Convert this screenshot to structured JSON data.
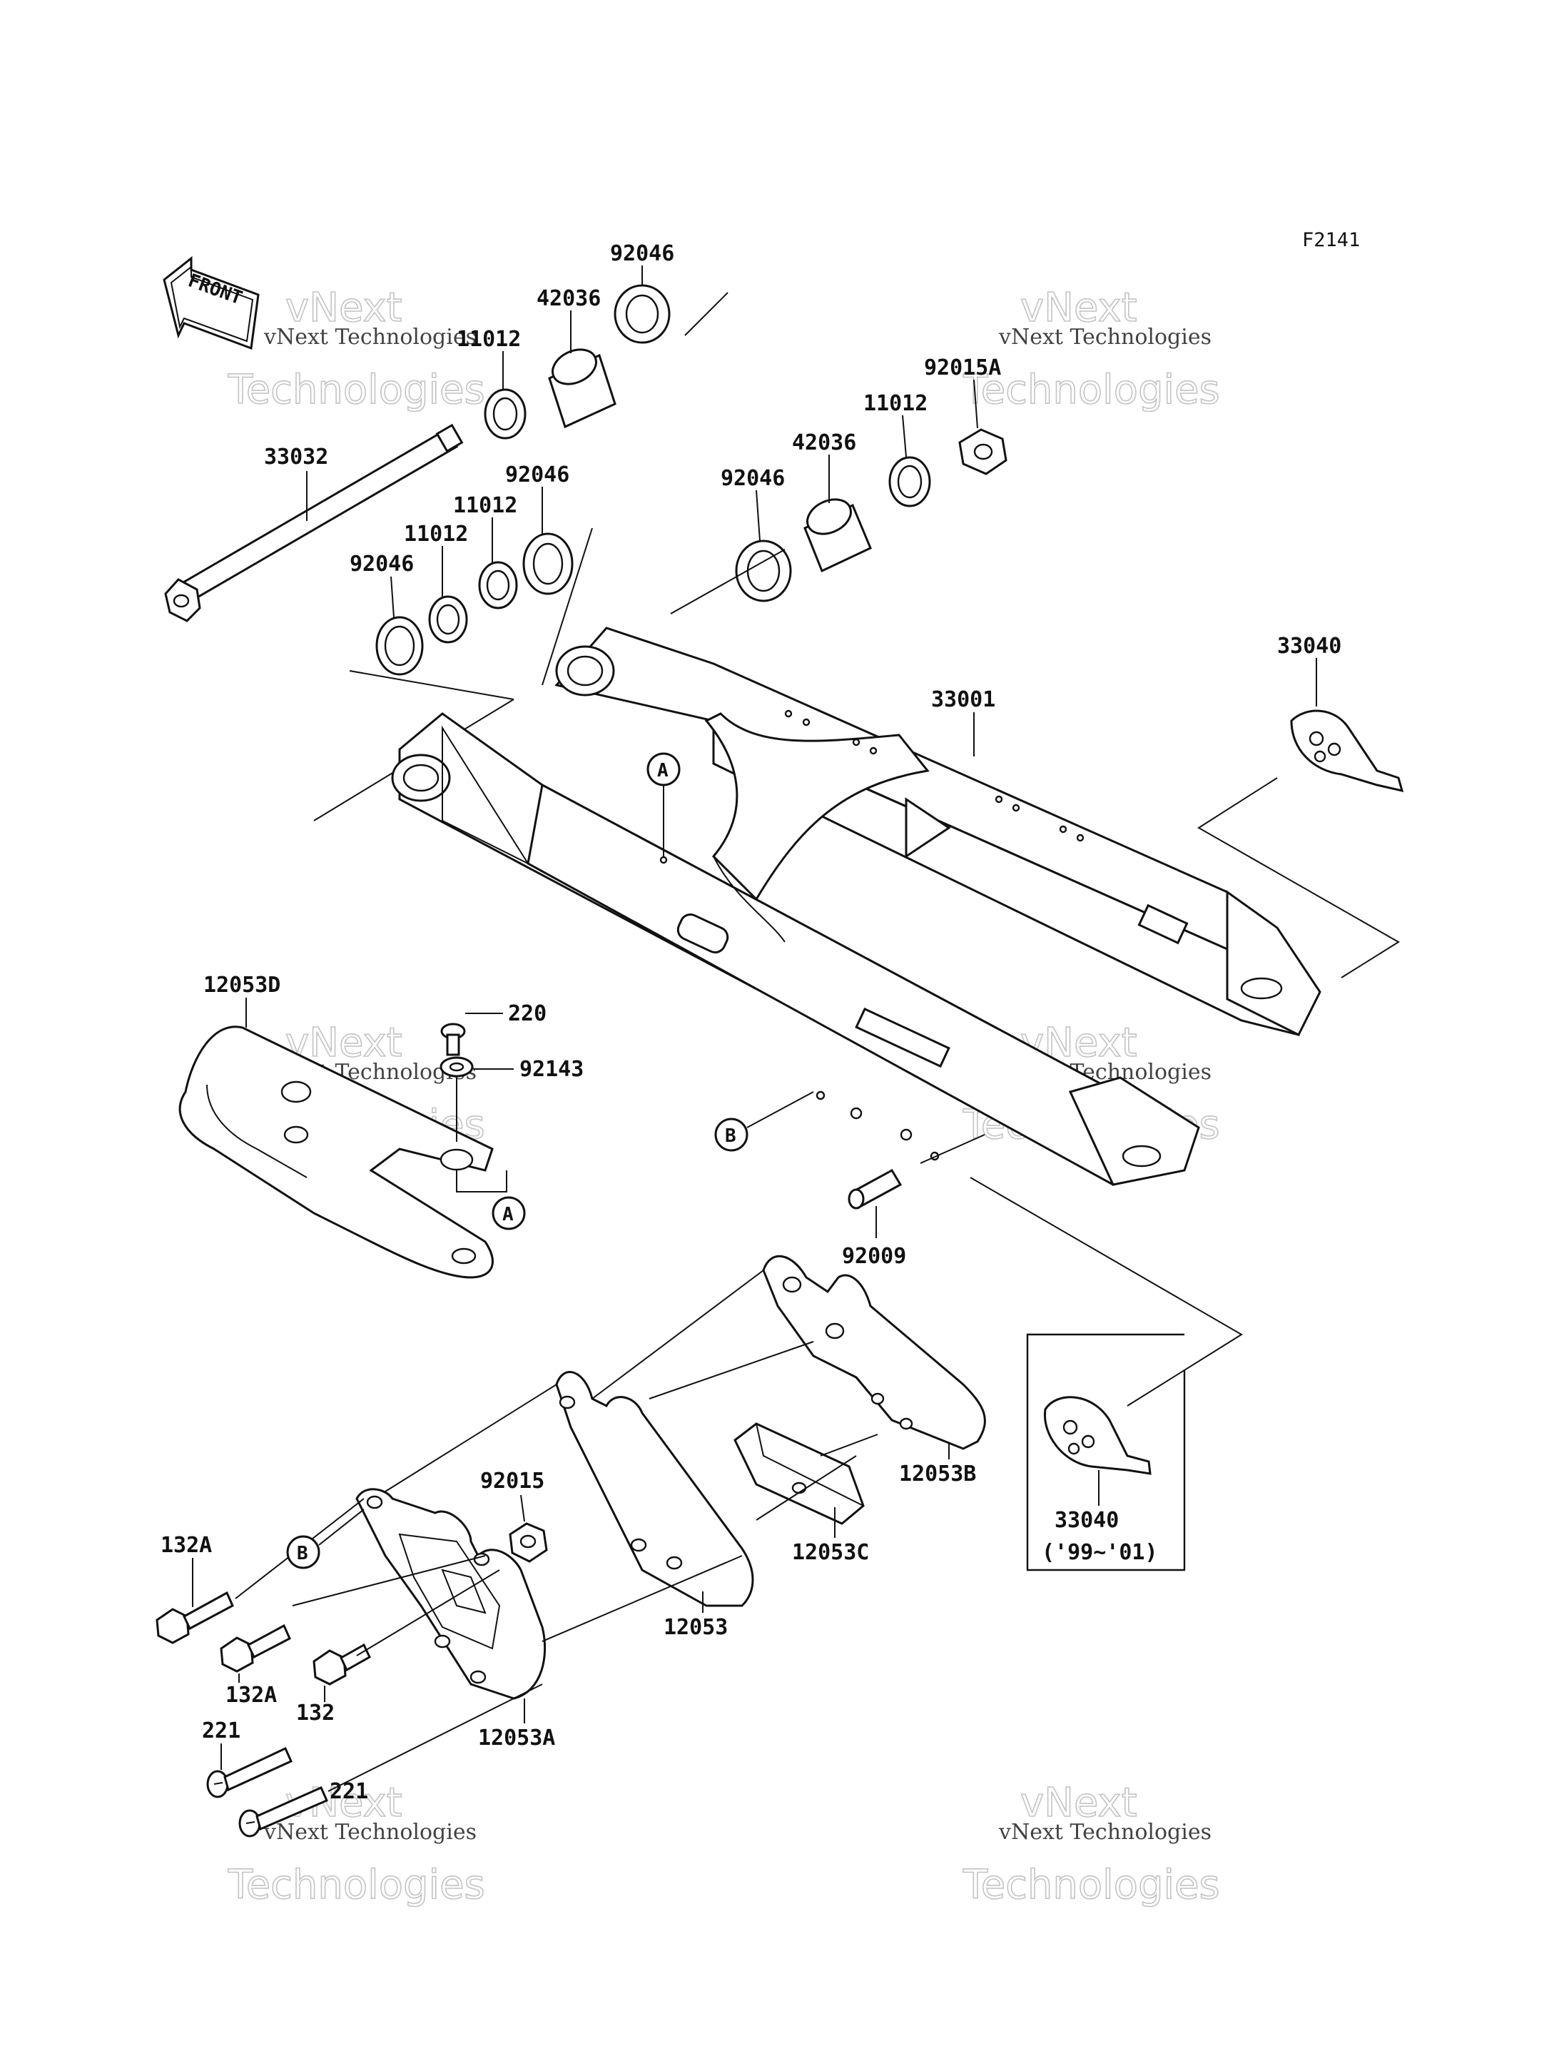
{
  "diagram_code": "F2141",
  "front_arrow": {
    "label": "FRONT",
    "icon": "front-arrow-icon"
  },
  "callouts": {
    "a": "A",
    "b": "B"
  },
  "years_note": "('99~'01)",
  "watermark": {
    "small": "vNext Technologies",
    "big_line1": "vNext",
    "big_line2": "Technologies"
  },
  "parts": {
    "p92046_top": "92046",
    "p42036_top": "42036",
    "p11012_top": "11012",
    "p92015A": "92015A",
    "p11012_right": "11012",
    "p42036_right": "42036",
    "p92046_right": "92046",
    "p33032": "33032",
    "p92046_mid": "92046",
    "p11012_mid": "11012",
    "p11012_low": "11012",
    "p92046_left": "92046",
    "p33001": "33001",
    "p33040_top": "33040",
    "p12053D": "12053D",
    "p220": "220",
    "p92143": "92143",
    "p92009": "92009",
    "p12053B": "12053B",
    "p33040_bottom": "33040",
    "p92015": "92015",
    "p12053C": "12053C",
    "p132A_top": "132A",
    "p12053": "12053",
    "p132A_low": "132A",
    "p132": "132",
    "p12053A": "12053A",
    "p221_top": "221",
    "p221_low": "221"
  }
}
